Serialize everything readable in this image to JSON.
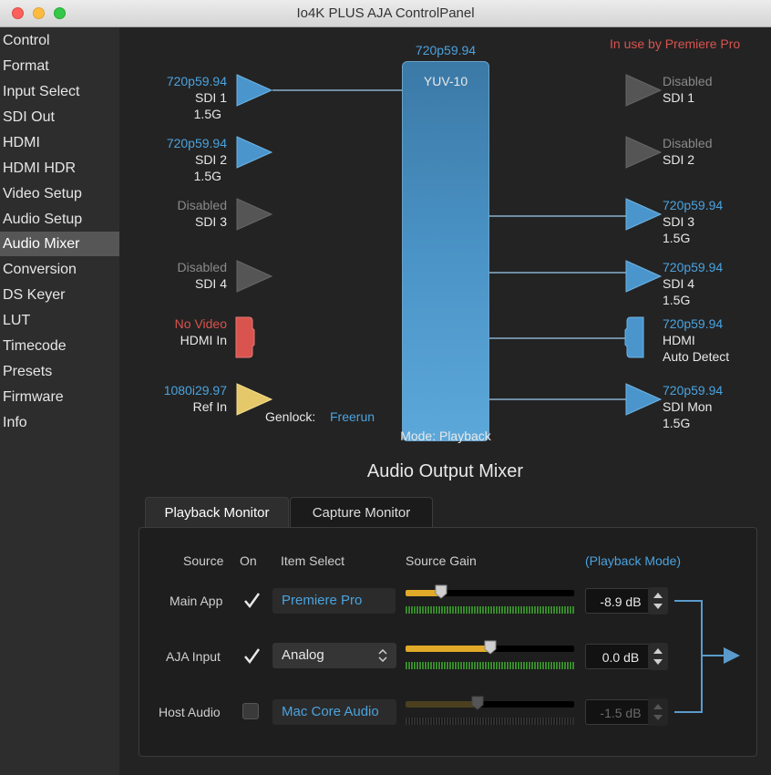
{
  "window": {
    "title": "Io4K PLUS AJA ControlPanel"
  },
  "sidebar": {
    "items": [
      {
        "label": "Control"
      },
      {
        "label": "Format"
      },
      {
        "label": "Input Select"
      },
      {
        "label": "SDI Out"
      },
      {
        "label": "HDMI"
      },
      {
        "label": "HDMI HDR"
      },
      {
        "label": "Video Setup"
      },
      {
        "label": "Audio Setup"
      },
      {
        "label": "Audio Mixer"
      },
      {
        "label": "Conversion"
      },
      {
        "label": "DS Keyer"
      },
      {
        "label": "LUT"
      },
      {
        "label": "Timecode"
      },
      {
        "label": "Presets"
      },
      {
        "label": "Firmware"
      },
      {
        "label": "Info"
      }
    ],
    "active": "Audio Mixer"
  },
  "status": {
    "in_use": "In use by Premiere Pro"
  },
  "center": {
    "format": "720p59.94",
    "pixel_format": "YUV-10",
    "mode": "Mode: Playback"
  },
  "inputs": {
    "sdi1": {
      "format": "720p59.94",
      "name": "SDI 1",
      "rate": "1.5G"
    },
    "sdi2": {
      "format": "720p59.94",
      "name": "SDI 2",
      "rate": "1.5G"
    },
    "sdi3": {
      "format": "Disabled",
      "name": "SDI 3"
    },
    "sdi4": {
      "format": "Disabled",
      "name": "SDI 4"
    },
    "hdmi": {
      "format": "No Video",
      "name": "HDMI In"
    },
    "ref": {
      "format": "1080i29.97",
      "name": "Ref In"
    },
    "genlock": {
      "label": "Genlock:",
      "value": "Freerun"
    }
  },
  "outputs": {
    "sdi1": {
      "format": "Disabled",
      "name": "SDI 1"
    },
    "sdi2": {
      "format": "Disabled",
      "name": "SDI 2"
    },
    "sdi3": {
      "format": "720p59.94",
      "name": "SDI 3",
      "rate": "1.5G"
    },
    "sdi4": {
      "format": "720p59.94",
      "name": "SDI 4",
      "rate": "1.5G"
    },
    "hdmi": {
      "format": "720p59.94",
      "name": "HDMI",
      "detail": "Auto Detect"
    },
    "sdimon": {
      "format": "720p59.94",
      "name": "SDI Mon",
      "rate": "1.5G"
    }
  },
  "mixer": {
    "title": "Audio Output Mixer",
    "tabs": [
      {
        "label": "Playback Monitor"
      },
      {
        "label": "Capture Monitor"
      }
    ],
    "headers": {
      "source": "Source",
      "on": "On",
      "item_select": "Item Select",
      "source_gain": "Source Gain",
      "mode": "(Playback Mode)"
    },
    "rows": [
      {
        "source": "Main App",
        "on": true,
        "item": "Premiere Pro",
        "gain": "-8.9 dB",
        "level": 0.21
      },
      {
        "source": "AJA Input",
        "on": true,
        "item": "Analog",
        "gain": "0.0 dB",
        "level": 0.5
      },
      {
        "source": "Host Audio",
        "on": false,
        "item": "Mac Core Audio",
        "gain": "-1.5 dB",
        "level": 0.43
      }
    ]
  },
  "colors": {
    "accent": "#4aa3df",
    "warning": "#d9534f",
    "slider": "#e1aa28"
  }
}
